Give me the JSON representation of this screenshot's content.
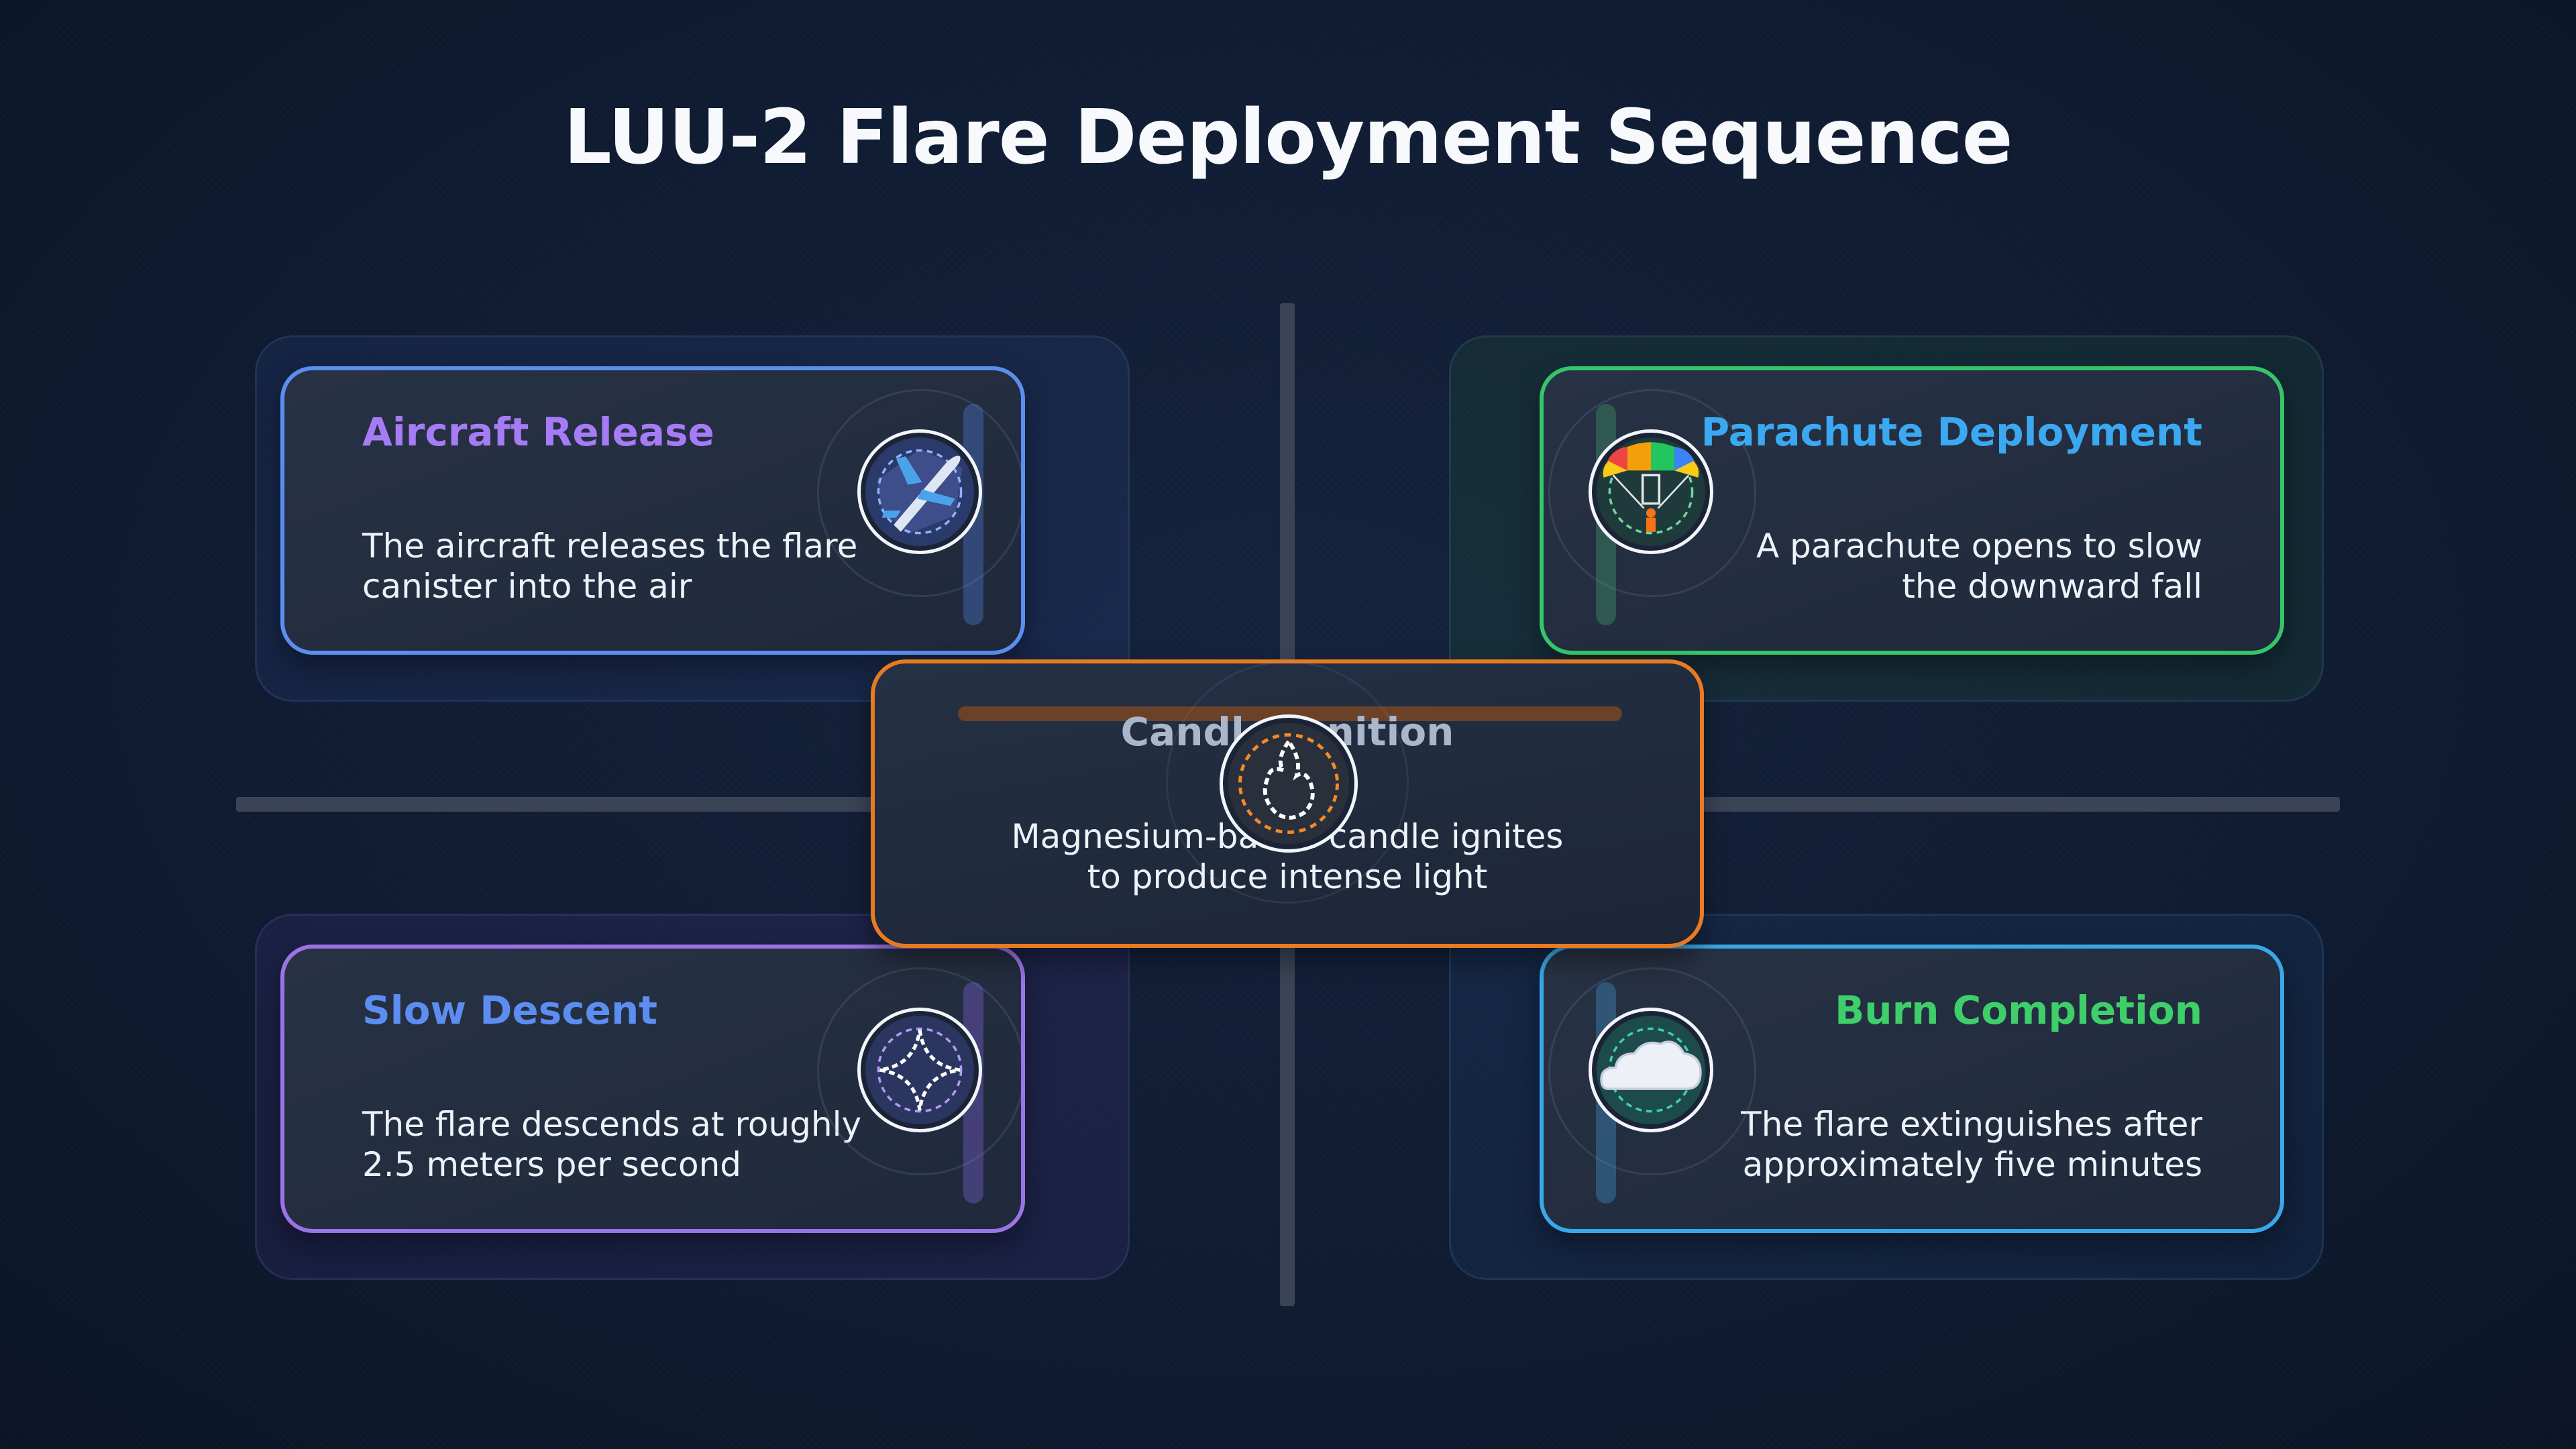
{
  "title": "LUU-2 Flare Deployment Sequence",
  "steps": {
    "aircraft_release": {
      "title": "Aircraft Release",
      "line1": "The aircraft releases the flare",
      "line2": "canister into the air",
      "accent": "#a57cf5",
      "border": "#5b8ef0",
      "icon": "airplane-icon"
    },
    "parachute_deployment": {
      "title": "Parachute Deployment",
      "line1": "A parachute opens to slow",
      "line2": "the downward fall",
      "accent": "#3aa9f2",
      "border": "#35c56a",
      "icon": "parachute-icon"
    },
    "candle_ignition": {
      "title": "Candle Ignition",
      "line1": "Magnesium-based candle ignites",
      "line2": "to produce intense light",
      "accent": "#aab6c9",
      "border": "#e87a22",
      "icon": "flame-icon"
    },
    "slow_descent": {
      "title": "Slow Descent",
      "line1": "The flare descends at roughly",
      "line2": "2.5 meters per second",
      "accent": "#5b8ef0",
      "border": "#9b73e6",
      "icon": "sparkle-icon"
    },
    "burn_completion": {
      "title": "Burn Completion",
      "line1": "The flare extinguishes after",
      "line2": "approximately five minutes",
      "accent": "#3fcf6a",
      "border": "#38a8e8",
      "icon": "cloud-icon"
    }
  }
}
